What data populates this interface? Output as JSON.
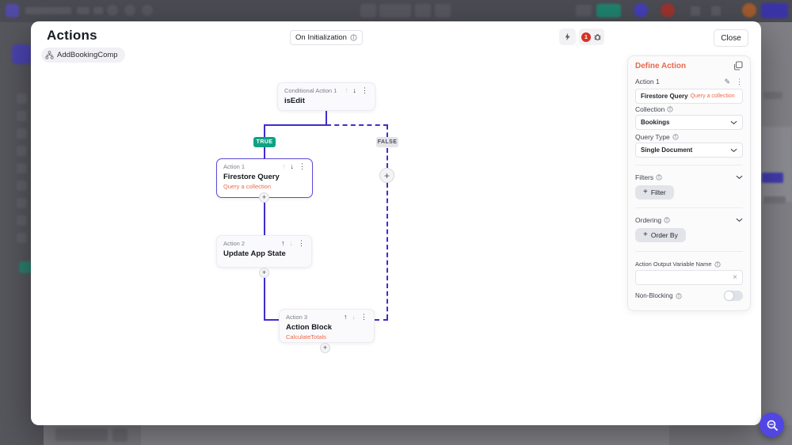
{
  "modal": {
    "title": "Actions",
    "component_chip": "AddBookingComp",
    "trigger_button": "On Initialization",
    "error_badge_count": "1",
    "close_button": "Close"
  },
  "flow": {
    "conditional": {
      "label": "Conditional Action 1",
      "condition": "isEdit"
    },
    "branch_true_label": "TRUE",
    "branch_false_label": "FALSE",
    "actions": [
      {
        "label": "Action 1",
        "title": "Firestore Query",
        "subtitle": "Query a collection"
      },
      {
        "label": "Action 2",
        "title": "Update App State",
        "subtitle": ""
      },
      {
        "label": "Action 3",
        "title": "Action Block",
        "subtitle": "CalculateTotals"
      }
    ]
  },
  "panel": {
    "title": "Define Action",
    "action_label": "Action 1",
    "action_type": "Firestore Query",
    "action_type_hint": "Query a collection",
    "collection": {
      "label": "Collection",
      "value": "Bookings"
    },
    "query_type": {
      "label": "Query Type",
      "value": "Single Document"
    },
    "filters": {
      "label": "Filters",
      "add_button": "Filter"
    },
    "ordering": {
      "label": "Ordering",
      "add_button": "Order By"
    },
    "output_variable": {
      "label": "Action Output Variable Name",
      "value": ""
    },
    "non_blocking": {
      "label": "Non-Blocking"
    }
  },
  "colors": {
    "flow_line": "#3F2DCD",
    "true_badge": "#0FA283",
    "false_badge_bg": "#E4E4E9",
    "accent_orange": "#ED6A4C",
    "error_red": "#D93025",
    "selected_card_border": "#5B4BD5",
    "fab_blue": "#5146E4"
  }
}
